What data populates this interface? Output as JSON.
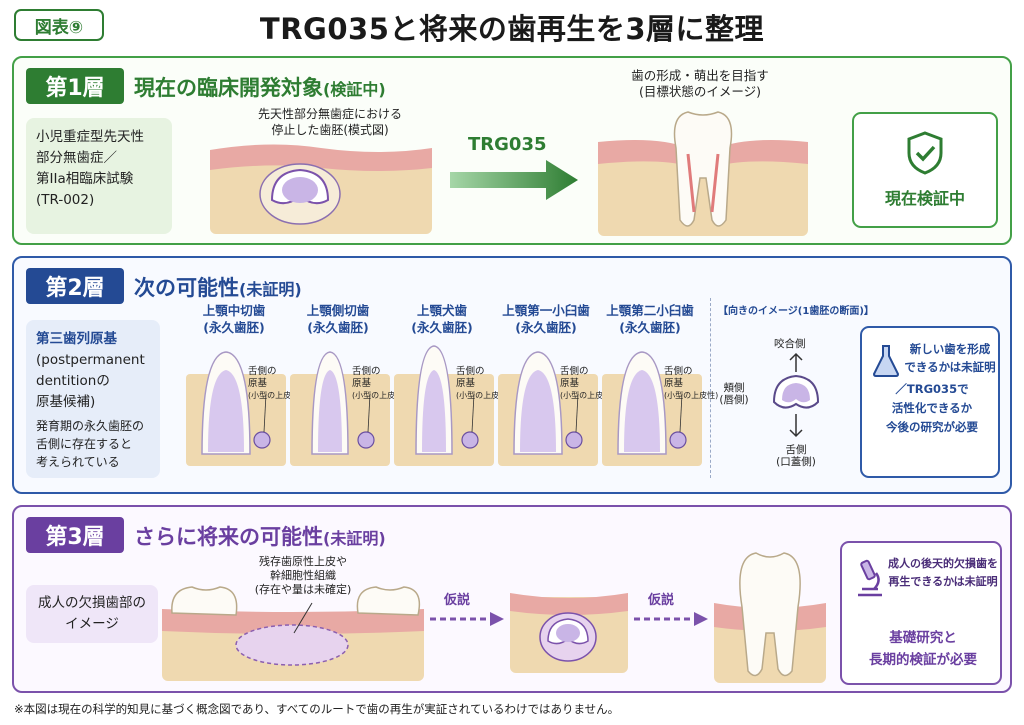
{
  "figure_tag": "図表⑨",
  "title": "TRG035と将来の歯再生を3層に整理",
  "layer1": {
    "badge": "第1層",
    "heading": "現在の臨床開発対象",
    "heading_sub": "(検証中)",
    "side_lines": [
      "小児重症型先天性",
      "部分無歯症／",
      "第IIa相臨床試験",
      "(TR-002)"
    ],
    "left_caption": [
      "先天性部分無歯症における",
      "停止した歯胚(模式図)"
    ],
    "arrow_label": "TRG035",
    "right_caption": [
      "歯の形成・萌出を目指す",
      "(目標状態のイメージ)"
    ],
    "status": "現在検証中",
    "status_icon": "shield-check-icon"
  },
  "layer2": {
    "badge": "第2層",
    "heading": "次の可能性",
    "heading_sub": "(未証明)",
    "side_title_lines": [
      "第三歯列原基",
      "(postpermanent",
      "dentitionの",
      "原基候補)"
    ],
    "side_body_lines": [
      "発育期の永久歯胚の",
      "舌側に存在すると",
      "考えられている"
    ],
    "teeth": [
      {
        "name": "上顎中切歯",
        "sub": "(永久歯胚)"
      },
      {
        "name": "上顎側切歯",
        "sub": "(永久歯胚)"
      },
      {
        "name": "上顎犬歯",
        "sub": "(永久歯胚)"
      },
      {
        "name": "上顎第一小臼歯",
        "sub": "(永久歯胚)"
      },
      {
        "name": "上顎第二小臼歯",
        "sub": "(永久歯胚)"
      }
    ],
    "bud_label": [
      "舌側の",
      "原基"
    ],
    "bud_sub": "(小型の上皮性)",
    "orientation": {
      "title": "【向きのイメージ(1歯胚の断面)】",
      "top": "咬合側",
      "left": [
        "頬側",
        "(唇側)"
      ],
      "bottom": [
        "舌側",
        "(口蓋側)"
      ]
    },
    "info_lines": [
      "新しい歯を形成",
      "できるかは未証明",
      "／TRG035で",
      "活性化できるか",
      "今後の研究が必要"
    ],
    "info_icon": "flask-icon"
  },
  "layer3": {
    "badge": "第3層",
    "heading": "さらに将来の可能性",
    "heading_sub": "(未証明)",
    "side_lines": [
      "成人の欠損歯部の",
      "イメージ"
    ],
    "tissue_caption": [
      "残存歯原性上皮や",
      "幹細胞性組織",
      "(存在や量は未確定)"
    ],
    "hypothesis1": "仮説",
    "hypothesis2": "仮説",
    "info_lines": [
      "成人の後天的欠損歯を",
      "再生できるかは未証明"
    ],
    "info_lines2": [
      "基礎研究と",
      "長期的検証が必要"
    ],
    "info_icon": "microscope-icon"
  },
  "footnote": "※本図は現在の科学的知見に基づく概念図であり、すべてのルートで歯の再生が実証されているわけではありません。",
  "colors": {
    "green": "#2e7d32",
    "blue": "#244a94",
    "purple": "#6a3fa0",
    "gum": "#e8a9a4",
    "bone": "#efd9b0"
  }
}
